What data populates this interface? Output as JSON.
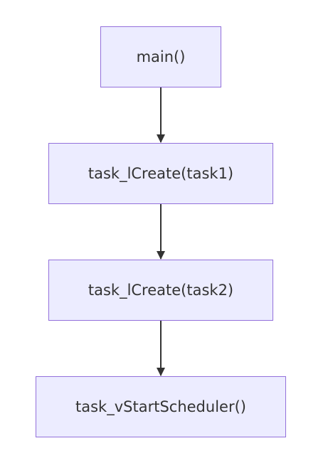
{
  "diagram": {
    "nodes": [
      {
        "id": "main",
        "label": "main()"
      },
      {
        "id": "create1",
        "label": "task_lCreate(task1)"
      },
      {
        "id": "create2",
        "label": "task_lCreate(task2)"
      },
      {
        "id": "start",
        "label": "task_vStartScheduler()"
      }
    ],
    "edges": [
      {
        "from": "main",
        "to": "create1"
      },
      {
        "from": "create1",
        "to": "create2"
      },
      {
        "from": "create2",
        "to": "start"
      }
    ],
    "colors": {
      "node_fill": "#ececff",
      "node_border": "#9370db",
      "text": "#333333",
      "edge": "#333333"
    }
  }
}
